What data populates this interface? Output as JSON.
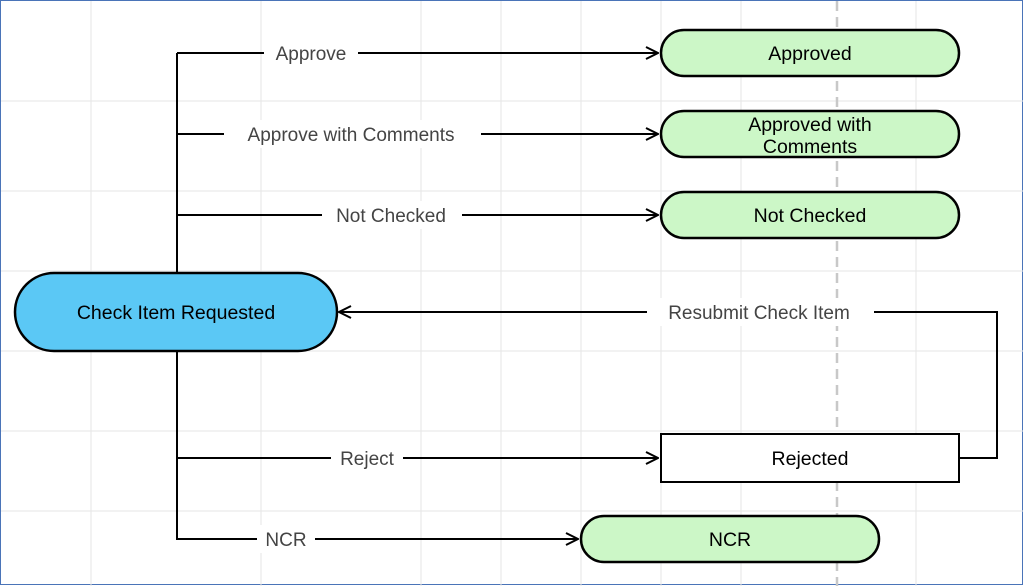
{
  "diagram": {
    "nodes": {
      "check_item_requested": "Check Item Requested",
      "approved": "Approved",
      "approved_with_comments_line1": "Approved with",
      "approved_with_comments_line2": "Comments",
      "not_checked": "Not Checked",
      "rejected": "Rejected",
      "ncr": "NCR"
    },
    "edges": {
      "approve": "Approve",
      "approve_with_comments": "Approve with Comments",
      "not_checked": "Not Checked",
      "resubmit_check_item": "Resubmit Check Item",
      "reject": "Reject",
      "ncr": "NCR"
    },
    "colors": {
      "start_node_fill": "#5bc8f5",
      "end_node_fill": "#ccf7c7",
      "rejected_fill": "#ffffff",
      "stroke": "#000000",
      "grid": "#e6e6e6",
      "dashed_line": "#c8c8c8",
      "frame": "#4a74b8"
    }
  }
}
